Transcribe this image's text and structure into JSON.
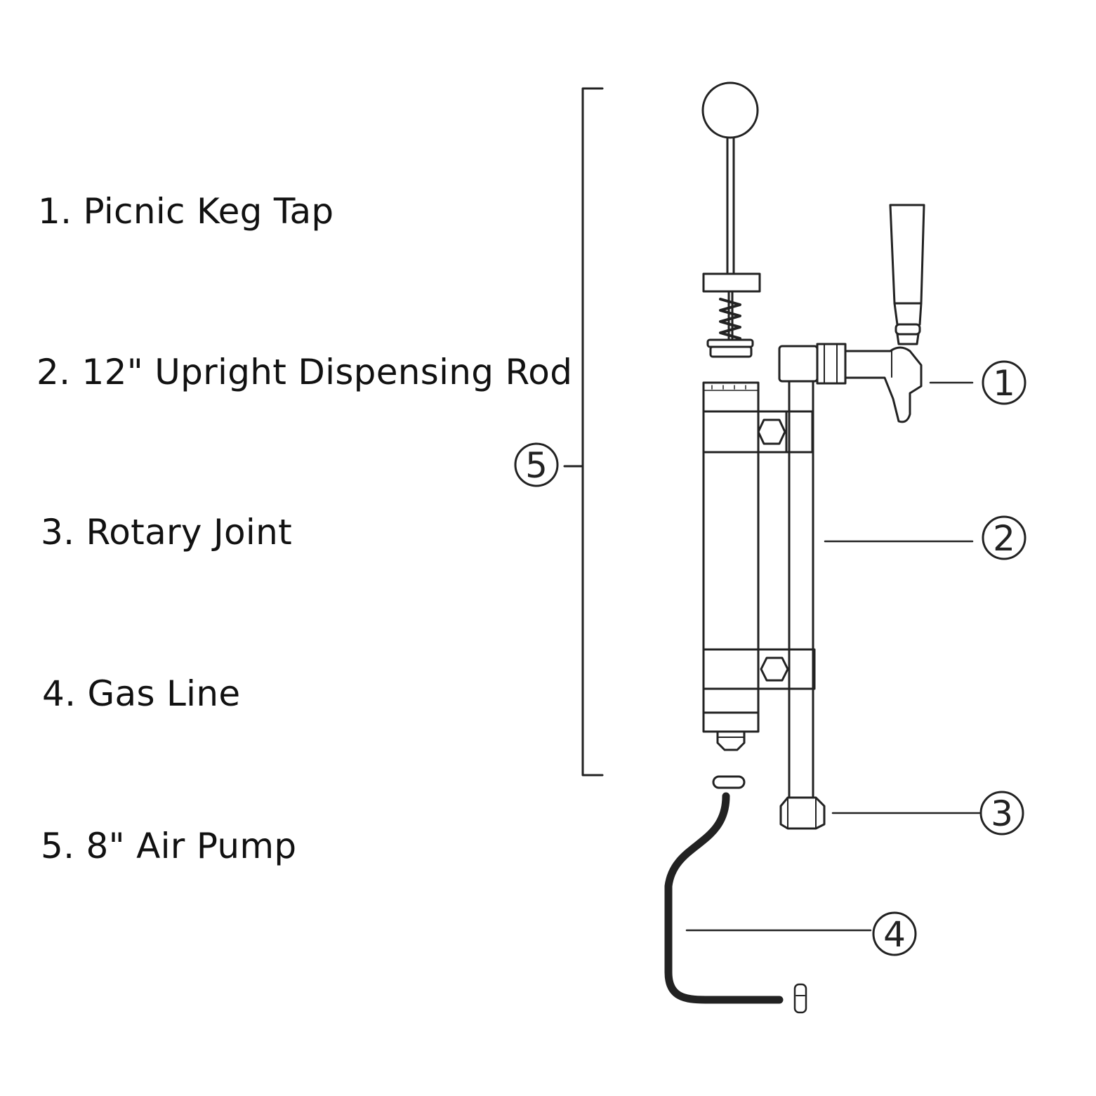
{
  "legend": {
    "items": [
      "1. Picnic Keg Tap",
      "2. 12\" Upright Dispensing Rod",
      "3. Rotary Joint",
      "4. Gas Line",
      "5. 8\" Air Pump"
    ]
  },
  "callouts": {
    "c1": "1",
    "c2": "2",
    "c3": "3",
    "c4": "4",
    "c5": "5"
  },
  "colors": {
    "line": "#222222",
    "background": "#ffffff"
  }
}
